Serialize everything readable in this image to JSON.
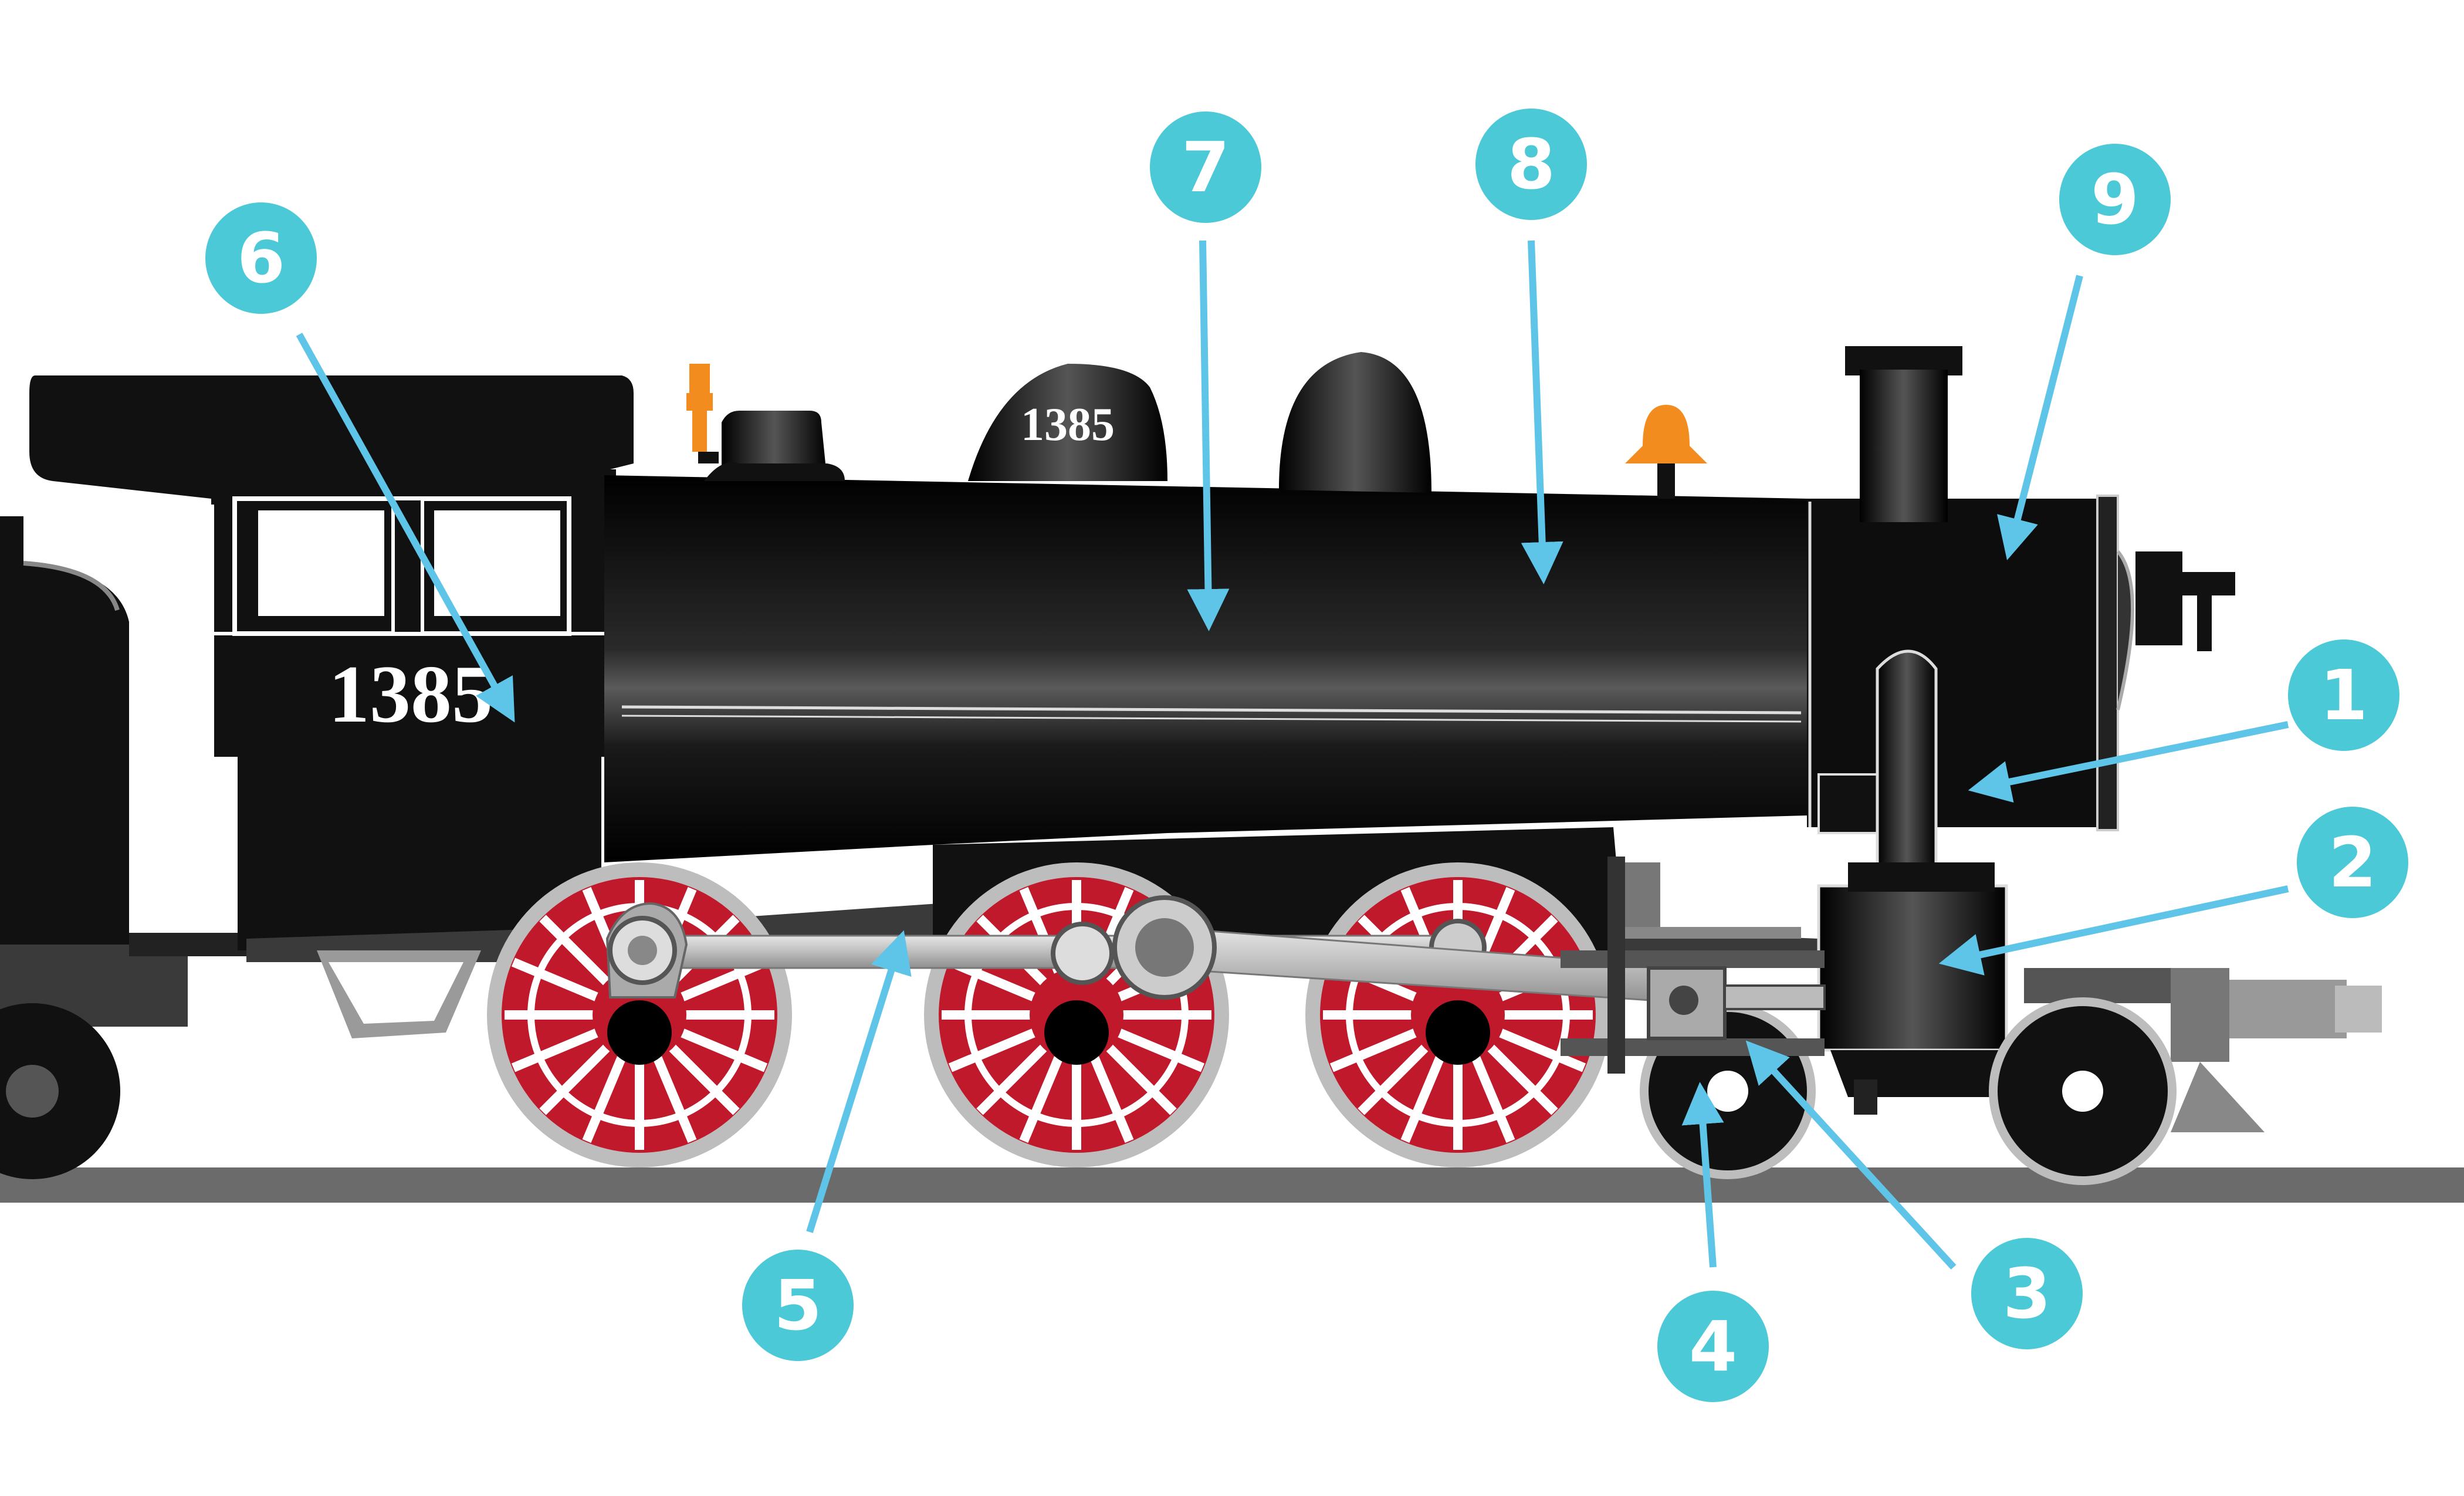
{
  "diagram": {
    "locomotive_number": "1385",
    "colors": {
      "body": "#111111",
      "wheel_red": "#c0192b",
      "rod_gray": "#c8c8c8",
      "callout": "#4cc9d6",
      "arrow": "#5ec4e8",
      "bell_orange": "#f28c1e",
      "rail": "#6b6b6b"
    },
    "callouts": [
      {
        "label": "1",
        "part": "steam chest / cylinder steam pipe"
      },
      {
        "label": "2",
        "part": "cylinder"
      },
      {
        "label": "3",
        "part": "piston rod / crosshead guide"
      },
      {
        "label": "4",
        "part": "leading truck wheel"
      },
      {
        "label": "5",
        "part": "side rod"
      },
      {
        "label": "6",
        "part": "cab"
      },
      {
        "label": "7",
        "part": "boiler"
      },
      {
        "label": "8",
        "part": "boiler top"
      },
      {
        "label": "9",
        "part": "smokebox"
      }
    ]
  }
}
